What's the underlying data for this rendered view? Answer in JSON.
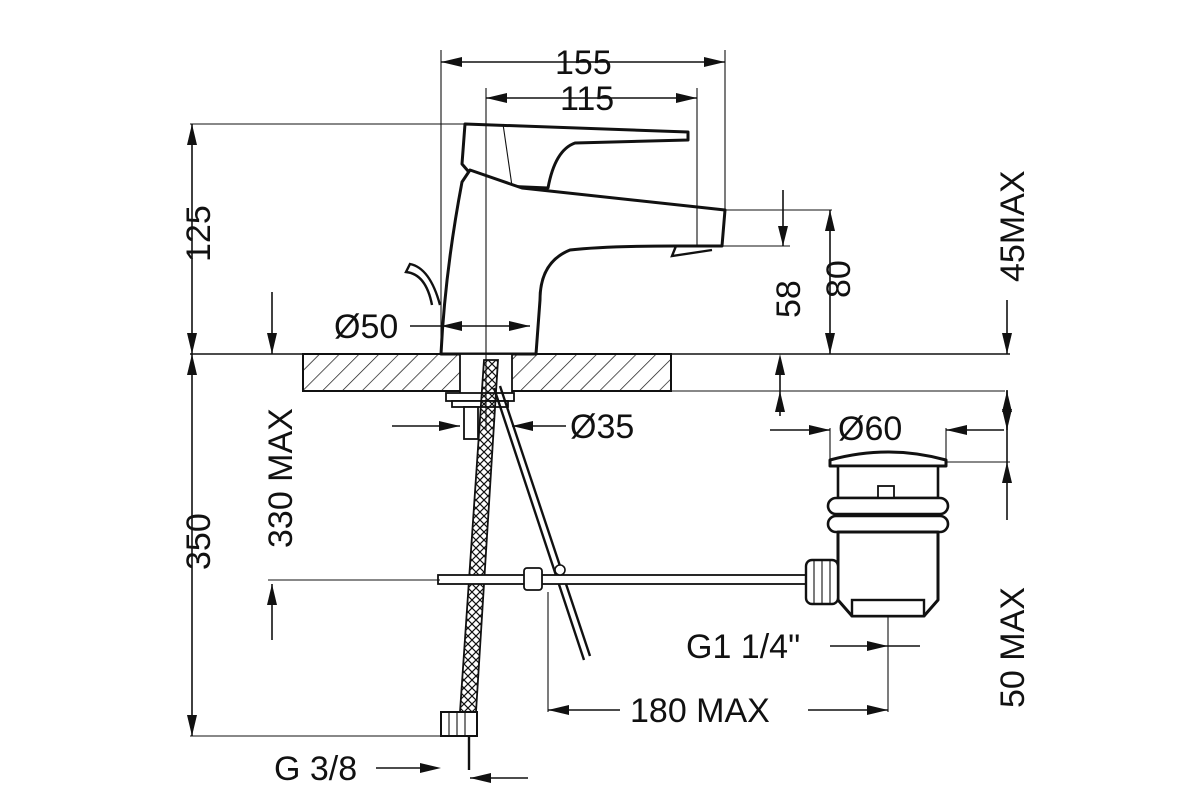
{
  "dimensions": {
    "width_total": "155",
    "width_spout": "115",
    "height_tap": "125",
    "deck_thickness_max": "45MAX",
    "spout_height": "58",
    "spout_height_total": "80",
    "body_diameter": "Ø50",
    "fixing_diameter": "Ø35",
    "waste_diameter": "Ø60",
    "hose_length": "350",
    "hose_max": "330 MAX",
    "rod_max": "180 MAX",
    "waste_thread": "G1 1/4\"",
    "waste_height_max": "50 MAX",
    "hose_thread": "G 3/8"
  }
}
